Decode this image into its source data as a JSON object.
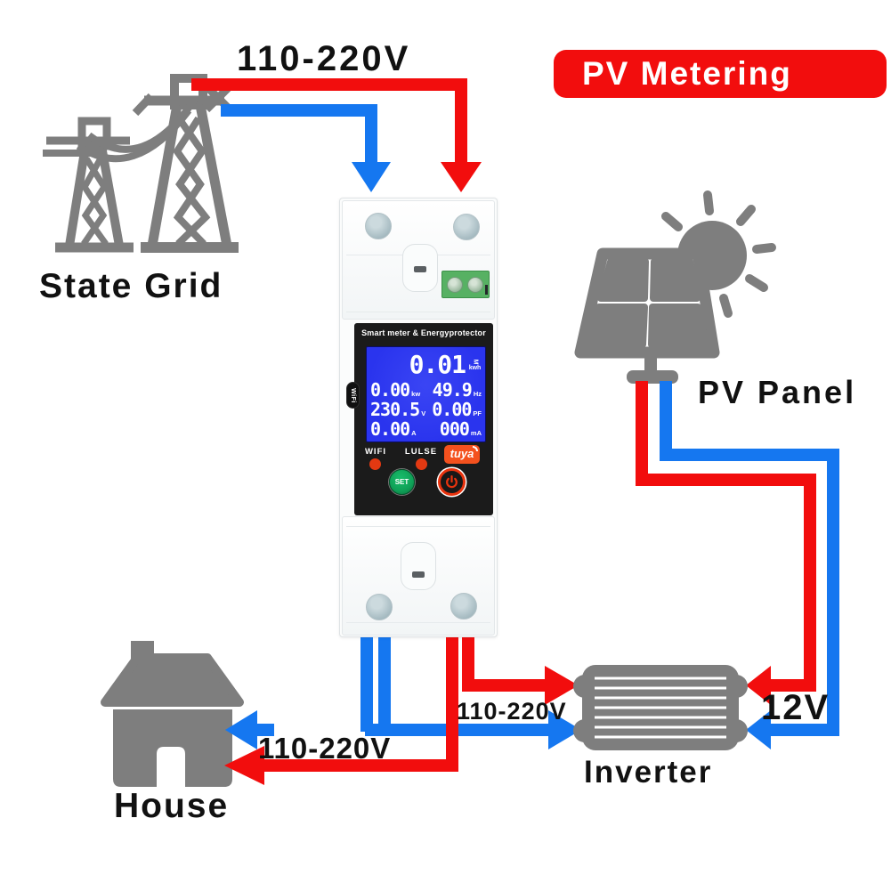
{
  "banner": {
    "label": "PV Metering"
  },
  "labels": {
    "grid_wire_voltage": "110-220V",
    "state_grid": "State Grid",
    "pv_panel": "PV Panel",
    "pv_wire_voltage": "12V",
    "inverter": "Inverter",
    "inverter_output_voltage": "110-220V",
    "house_wire_voltage": "110-220V",
    "house": "House"
  },
  "meter": {
    "title": "Smart meter & Energyprotector",
    "side_tab": "WiFi",
    "lcd": {
      "row1": {
        "value": "0.01",
        "marker": "M",
        "unit": "kwh"
      },
      "row2": {
        "value1": "0.00",
        "unit1": "kw",
        "value2": "49.9",
        "unit2": "Hz"
      },
      "row3": {
        "value1": "230.5",
        "unit1": "V",
        "value2": "0.00",
        "unit2": "PF"
      },
      "row4": {
        "value1": "0.00",
        "unit1": "A",
        "value2": "000",
        "unit2": "mA"
      }
    },
    "indicators": {
      "wifi": "WIFI",
      "pulse": "LULSE"
    },
    "brand": "tuya",
    "buttons": {
      "set": "SET"
    }
  },
  "colors": {
    "wire_red": "#f20d0d",
    "wire_blue": "#1577f0",
    "icon_gray": "#7e7e7e",
    "lcd_blue": "#2a34ee",
    "panel_black": "#1b1b1b",
    "terminal_green": "#57b163",
    "indicator_red": "#e33912",
    "set_green": "#0fa057",
    "power_red": "#e8330e",
    "tuya_orange": "#f4511e",
    "banner_red": "#f20d0d",
    "text_black": "#111111"
  }
}
